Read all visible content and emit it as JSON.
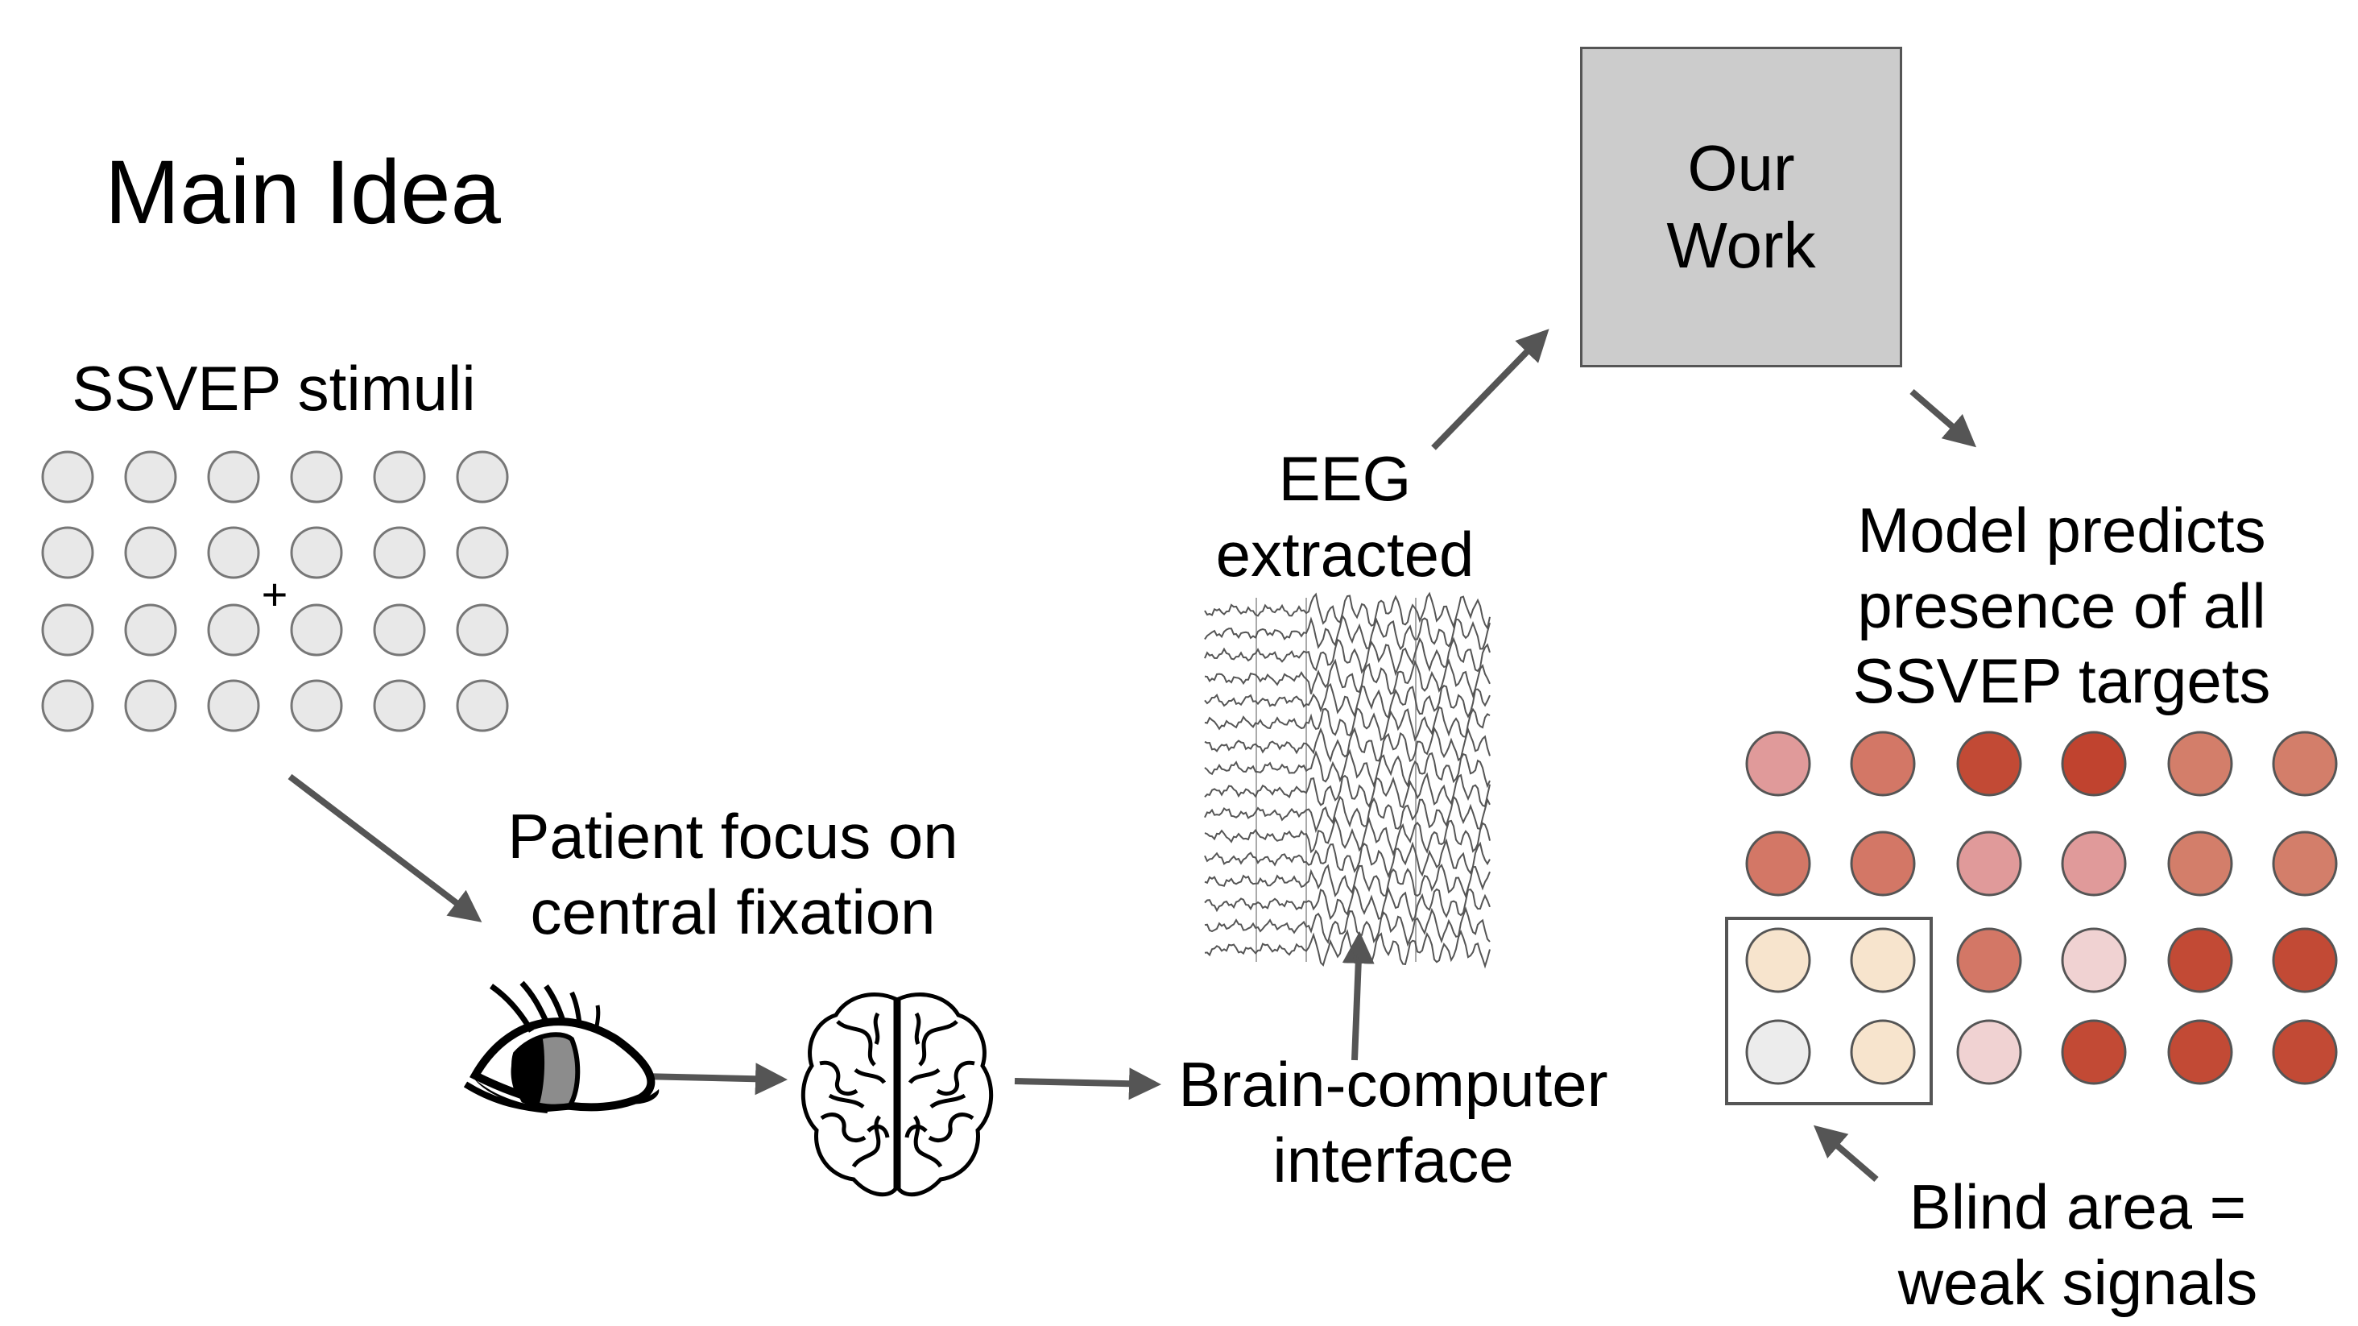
{
  "title": "Main Idea",
  "stimuli": {
    "label": "SSVEP stimuli",
    "rows": 4,
    "cols": 6,
    "fixation_symbol": "+"
  },
  "focus": {
    "line1": "Patient focus on",
    "line2": "central fixation"
  },
  "eeg": {
    "line1": "EEG",
    "line2": "extracted"
  },
  "bci": {
    "line1": "Brain-computer",
    "line2": "interface"
  },
  "our_work": {
    "line1": "Our",
    "line2": "Work"
  },
  "model": {
    "line1": "Model predicts",
    "line2": "presence of all",
    "line3": "SSVEP targets"
  },
  "blind": {
    "line1": "Blind area =",
    "line2": "weak signals"
  },
  "prediction_colors": [
    [
      "#e09a9a",
      "#d37766",
      "#c24a35",
      "#c0432f",
      "#d37e6a",
      "#d37e6a"
    ],
    [
      "#d37766",
      "#d37766",
      "#e09a9a",
      "#e09a9a",
      "#d37e6a",
      "#d37e6a"
    ],
    [
      "#f7e4cd",
      "#f7e4cd",
      "#d37766",
      "#f0d2d2",
      "#c24a35",
      "#c24a35"
    ],
    [
      "#ececec",
      "#f7e4cd",
      "#f0d2d2",
      "#c24a35",
      "#c24a35",
      "#c24a35"
    ]
  ],
  "colors": {
    "stimulus_fill": "#e8e8e8",
    "stimulus_stroke": "#777777",
    "arrow": "#555555",
    "work_box": "#cccccc"
  },
  "icons": [
    "eye-icon",
    "brain-icon",
    "eeg-waveform-icon"
  ]
}
